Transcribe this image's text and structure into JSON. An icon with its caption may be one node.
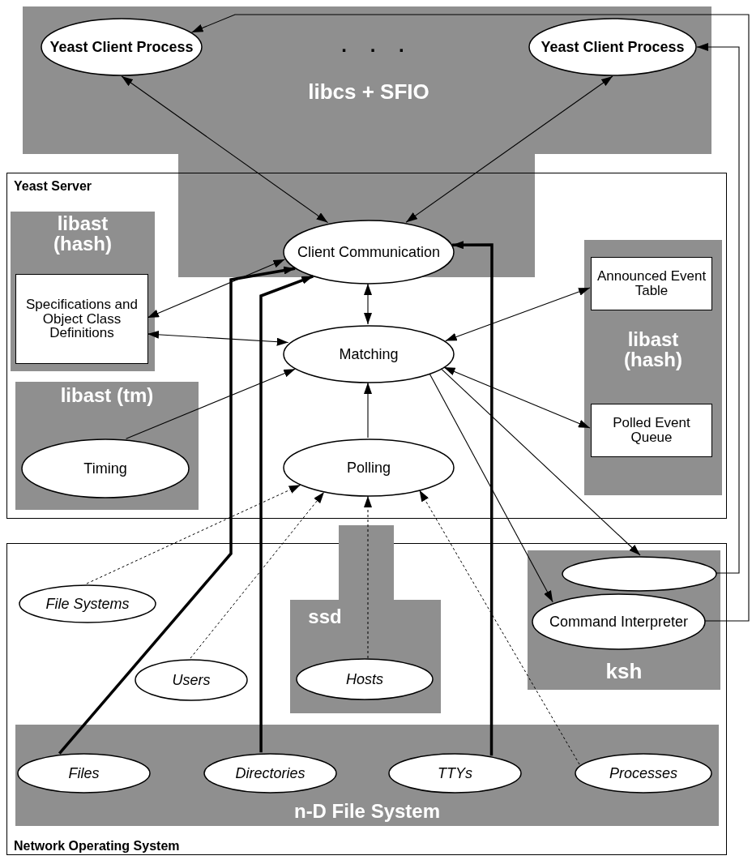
{
  "diagram": {
    "nodes": [
      {
        "text": [
          "libcs + SFIO"
        ]
      },
      {
        "text": [
          "Yeast Client Process"
        ],
        "in": 0
      },
      {
        "text": [
          "Yeast Client Process"
        ],
        "in": 0
      },
      {
        "text": [
          "Yeast Server"
        ]
      },
      {
        "text": [
          "libast (hash)"
        ],
        "in": 3
      },
      {
        "text": [
          "Specifications and Object Class Definitions"
        ],
        "in": 4
      },
      {
        "text": [
          "Client Communication"
        ],
        "in": 3
      },
      {
        "text": [
          "libast (hash)"
        ],
        "in": 3
      },
      {
        "text": [
          "Announced Event Table"
        ],
        "in": 7
      },
      {
        "text": [
          "Matching"
        ],
        "in": 3
      },
      {
        "text": [
          "Polled Event Queue"
        ],
        "in": 7
      },
      {
        "text": [
          "libast (tm)"
        ],
        "in": 3
      },
      {
        "text": [
          "Timing"
        ],
        "in": 11
      },
      {
        "text": [
          "Polling"
        ],
        "in": 3
      },
      {
        "text": [
          "Network Operating System"
        ]
      },
      {
        "text": [
          "ksh"
        ],
        "in": 14
      },
      {
        "text": [],
        "shape": "ellipse",
        "in": 15
      },
      {
        "text": [
          "Command Interpreter"
        ],
        "in": 15
      },
      {
        "text": [
          "File Systems"
        ],
        "in": 14
      },
      {
        "text": [
          "ssd"
        ]
      },
      {
        "text": [
          "Users"
        ],
        "in": 14
      },
      {
        "text": [
          "Hosts"
        ],
        "in": 19
      },
      {
        "text": [
          "n-D File System"
        ],
        "in": 14
      },
      {
        "text": [
          "Files"
        ],
        "in": 22
      },
      {
        "text": [
          "Directories"
        ],
        "in": 22
      },
      {
        "text": [
          "TTYs"
        ],
        "in": 22
      },
      {
        "text": [
          "Processes"
        ],
        "in": 22
      }
    ],
    "edges": [
      {
        "from": 17,
        "to": 1,
        "arrow": "to"
      },
      {
        "from": 16,
        "to": 2,
        "arrow": "to"
      },
      {
        "from": 1,
        "to": 6,
        "arrow": "both"
      },
      {
        "from": 2,
        "to": 6,
        "arrow": "both"
      },
      {
        "from": 5,
        "to": 6,
        "arrow": "both"
      },
      {
        "from": 5,
        "to": 9,
        "arrow": "both"
      },
      {
        "from": 6,
        "to": 9,
        "arrow": "both"
      },
      {
        "from": 8,
        "to": 9,
        "arrow": "both"
      },
      {
        "from": 12,
        "to": 9,
        "arrow": "to"
      },
      {
        "from": 13,
        "to": 9,
        "arrow": "to"
      },
      {
        "from": 9,
        "to": 10,
        "arrow": "both"
      },
      {
        "from": 9,
        "to": 17,
        "arrow": "to"
      },
      {
        "from": 9,
        "to": 16,
        "arrow": "to"
      },
      {
        "from": 18,
        "to": 13,
        "arrow": "to",
        "style": "dashed"
      },
      {
        "from": 20,
        "to": 13,
        "arrow": "to",
        "style": "dashed"
      },
      {
        "from": 21,
        "to": 13,
        "arrow": "to",
        "style": "dashed"
      },
      {
        "from": 26,
        "to": 13,
        "arrow": "to",
        "style": "dashed"
      },
      {
        "from": 23,
        "to": 6,
        "arrow": "to",
        "style": "thick"
      },
      {
        "from": 24,
        "to": 6,
        "arrow": "to",
        "style": "thick"
      },
      {
        "from": 25,
        "to": 6,
        "arrow": "to",
        "style": "thick"
      }
    ],
    "labels": [
      ". . ."
    ]
  }
}
